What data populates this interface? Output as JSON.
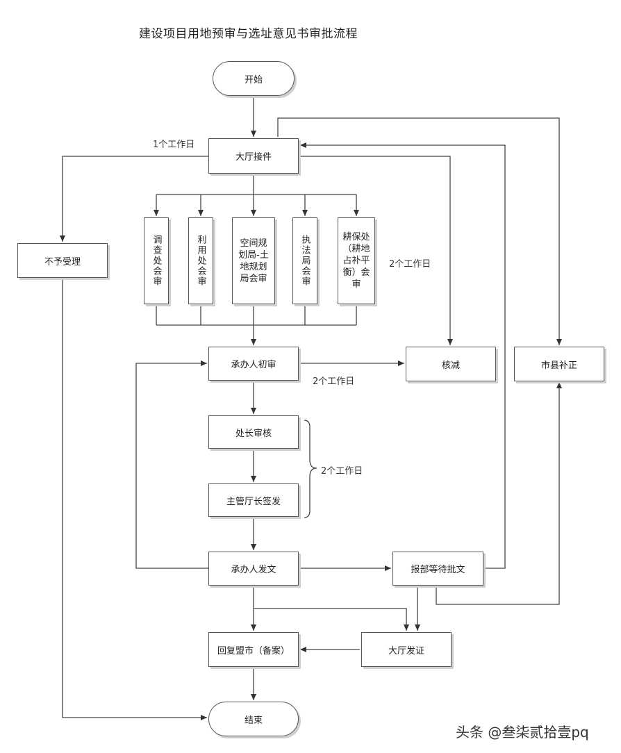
{
  "title": "建设项目用地预审与选址意见书审批流程",
  "nodes": {
    "start": "开始",
    "hall_receive": "大厅接件",
    "reject": "不予受理",
    "dept_survey": "调查处会审",
    "dept_use": "利用处会审",
    "dept_spatial": "空间规划局-土地规划局会审",
    "dept_enforce": "执法局会审",
    "dept_farmland": "耕保处（耕地占补平衡）会审",
    "initial_review": "承办人初审",
    "verify_reduce": "核减",
    "county_supplement": "市县补正",
    "director_review": "处长审核",
    "chief_sign": "主管厅长签发",
    "issue_doc": "承办人发文",
    "report_wait": "报部等待批文",
    "reply_city": "回复盟市（备案）",
    "hall_issue": "大厅发证",
    "end": "结束"
  },
  "labels": {
    "one_day": "1个工作日",
    "two_days_a": "2个工作日",
    "two_days_b": "2个工作日",
    "two_days_c": "2个工作日"
  },
  "watermark": "头条 @叁柒贰拾壹pq"
}
